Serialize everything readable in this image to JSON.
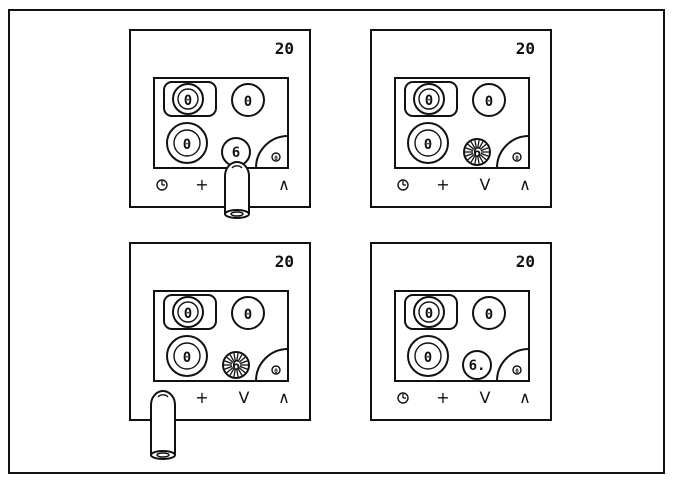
{
  "panels": [
    {
      "display": "20",
      "zones": [
        "0",
        "0",
        "0",
        "6"
      ],
      "active_zone_state": "finger-press",
      "controls": [
        "timer-icon",
        "+",
        "∧"
      ],
      "finger": "on-zone"
    },
    {
      "display": "20",
      "zones": [
        "0",
        "0",
        "0",
        "6"
      ],
      "active_zone_state": "flashing",
      "controls": [
        "timer-icon",
        "+",
        "V",
        "∧"
      ],
      "finger": "none"
    },
    {
      "display": "20",
      "zones": [
        "0",
        "0",
        "0",
        "6"
      ],
      "active_zone_state": "flashing",
      "controls": [
        "timer-icon",
        "+",
        "V",
        "∧"
      ],
      "finger": "on-timer"
    },
    {
      "display": "20",
      "zones": [
        "0",
        "0",
        "0",
        "6."
      ],
      "active_zone_state": "steady",
      "controls": [
        "timer-icon",
        "+",
        "V",
        "∧"
      ],
      "finger": "none"
    }
  ],
  "small_zone_symbol": "0",
  "colors": {
    "ink": "#111111",
    "paper": "#ffffff"
  }
}
